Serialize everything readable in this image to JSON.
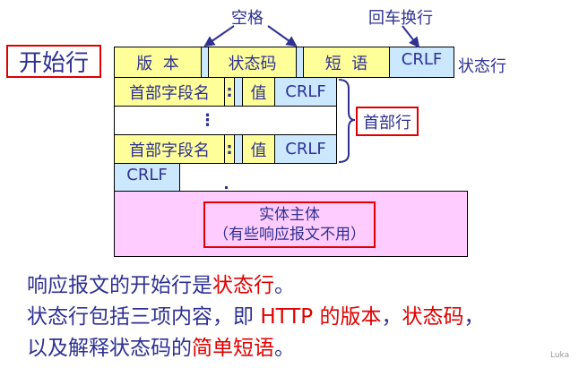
{
  "diagram": {
    "start_line_label": "开始行",
    "space_label": "空格",
    "crlf_label": "回车换行",
    "status_line_label": "状态行",
    "status_line": {
      "version": "版  本",
      "status_code": "状态码",
      "phrase": "短  语",
      "crlf": "CRLF"
    },
    "header_rows": [
      {
        "name": "首部字段名",
        "colon": ":",
        "value": "值",
        "crlf": "CRLF"
      },
      {
        "ellipsis": "⋮"
      },
      {
        "name": "首部字段名",
        "colon": ":",
        "value": "值",
        "crlf": "CRLF"
      }
    ],
    "header_label": "首部行",
    "blank_line_crlf": "CRLF",
    "entity_body": {
      "line1": "实体主体",
      "line2": "（有些响应报文不用）"
    }
  },
  "description": {
    "line1": [
      {
        "text": "响应报文的开始行是",
        "highlight": false
      },
      {
        "text": "状态行",
        "highlight": true
      },
      {
        "text": "。",
        "highlight": false
      }
    ],
    "line2": [
      {
        "text": "状态行包括三项内容，即 ",
        "highlight": false
      },
      {
        "text": "HTTP 的版本",
        "highlight": true
      },
      {
        "text": "，",
        "highlight": false
      },
      {
        "text": "状态码",
        "highlight": true
      },
      {
        "text": "，",
        "highlight": false
      }
    ],
    "line3": [
      {
        "text": "以及解释状态码的",
        "highlight": false
      },
      {
        "text": "简单短语",
        "highlight": true
      },
      {
        "text": "。",
        "highlight": false
      }
    ]
  },
  "watermark": "Luka",
  "colors": {
    "text": "#2e3192",
    "highlight": "#e00000",
    "field": "#ffff99",
    "crlf": "#cce8ff",
    "entity": "#ffccff"
  }
}
